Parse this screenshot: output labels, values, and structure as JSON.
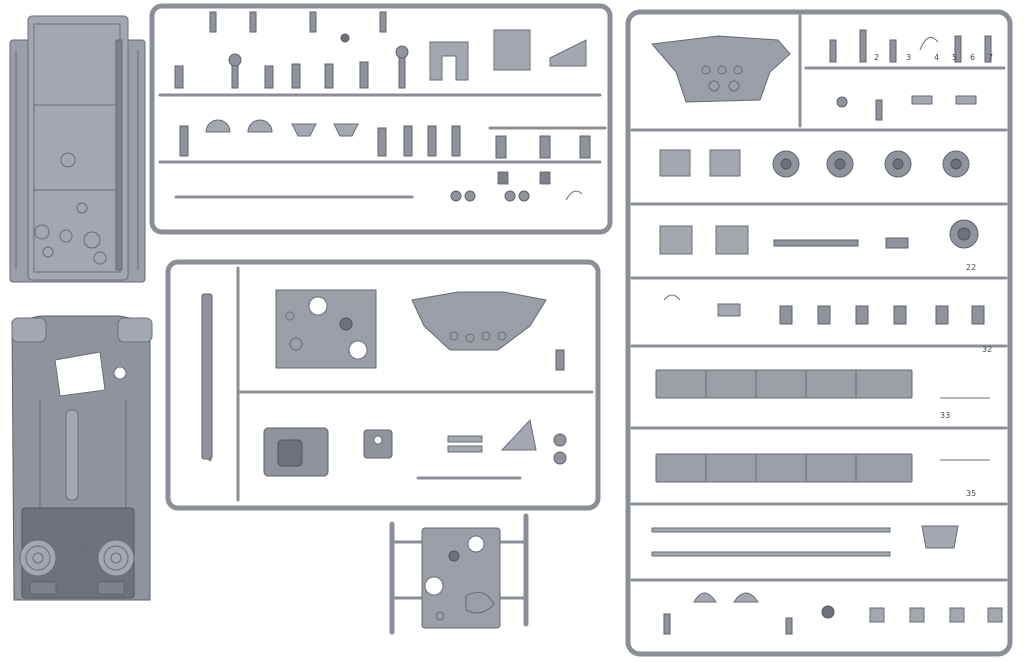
{
  "photo": {
    "subject": "plastic model kit sprues",
    "colors": {
      "plastic": "#8f949c",
      "runner": "#8a8f97",
      "background": "#ffffff"
    }
  },
  "sprue_labels": [
    "2",
    "3",
    "4",
    "5",
    "6",
    "7",
    "22",
    "32",
    "33",
    "35"
  ]
}
